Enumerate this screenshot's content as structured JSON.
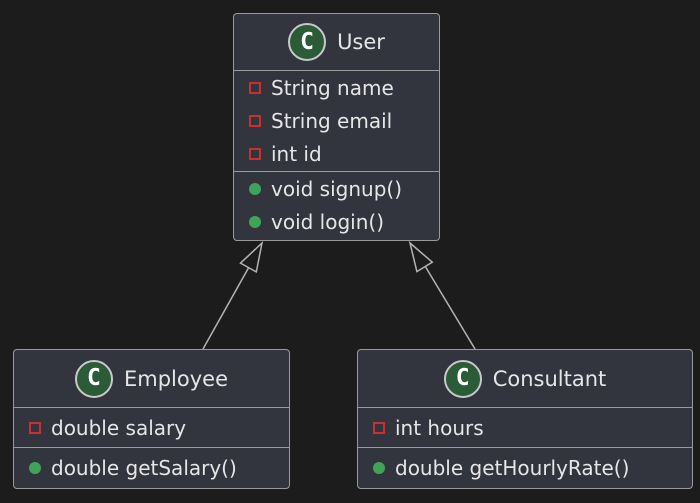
{
  "badge_letter": "C",
  "classes": [
    {
      "name": "User",
      "fields": [
        "String name",
        "String email",
        "int id"
      ],
      "methods": [
        "void signup()",
        "void login()"
      ]
    },
    {
      "name": "Employee",
      "fields": [
        "double salary"
      ],
      "methods": [
        "double getSalary()"
      ]
    },
    {
      "name": "Consultant",
      "fields": [
        "int hours"
      ],
      "methods": [
        "double getHourlyRate()"
      ]
    }
  ],
  "relations": [
    {
      "from": "Employee",
      "to": "User",
      "type": "inheritance"
    },
    {
      "from": "Consultant",
      "to": "User",
      "type": "inheritance"
    }
  ],
  "colors": {
    "background": "#1c1c1c",
    "class_fill": "#32343e",
    "class_border": "#9a9a9a",
    "text": "#e6e6e6",
    "badge_fill": "#2c5b38",
    "badge_ring": "#c9c9c9",
    "private_field_icon": "#c9302f",
    "public_method_icon": "#3fa35a",
    "arrow": "#b4b4b4"
  }
}
